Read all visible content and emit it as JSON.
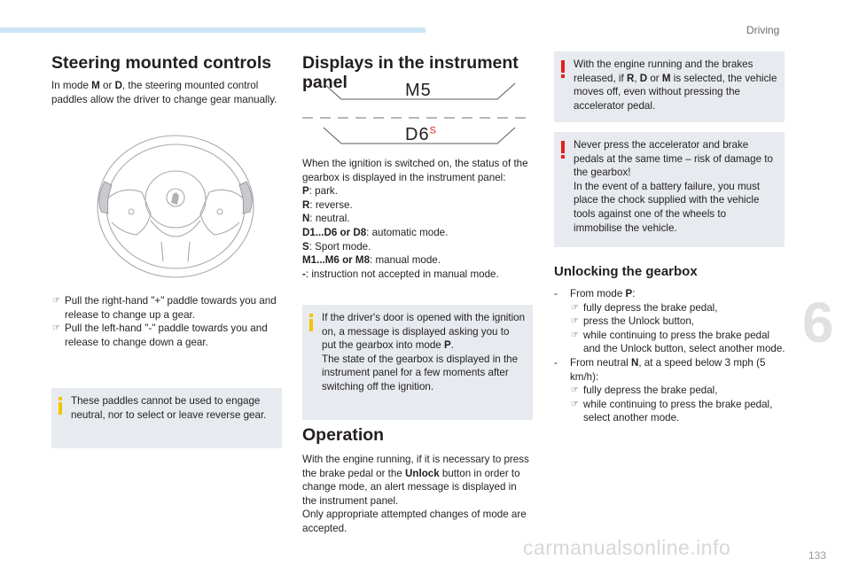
{
  "header": {
    "section": "Driving"
  },
  "chapter_number": "6",
  "page_number": "133",
  "watermark": "carmanualsonline.info",
  "col1": {
    "title": "Steering mounted controls",
    "intro_pre": "In mode ",
    "intro_m": "M",
    "intro_or": " or ",
    "intro_d": "D",
    "intro_post": ", the steering mounted control paddles allow the driver to change gear manually.",
    "bullets": [
      "Pull the right-hand \"+\" paddle towards you and release to change up a gear.",
      "Pull the left-hand \"-\" paddle towards you and release to change down a gear."
    ],
    "note": "These paddles cannot be used to engage neutral, nor to select or leave reverse gear."
  },
  "col2": {
    "title": "Displays in the instrument panel",
    "display1": "M5",
    "display2_main": "D6",
    "display2_sup": "S",
    "intro": "When the ignition is switched on, the status of the gearbox is displayed in the instrument panel:",
    "modes": [
      {
        "key": "P",
        "desc": ": park."
      },
      {
        "key": "R",
        "desc": ": reverse."
      },
      {
        "key": "N",
        "desc": ": neutral."
      },
      {
        "key": "D1...D6 or D8",
        "desc": ": automatic mode."
      },
      {
        "key": "S",
        "desc": ": Sport mode."
      },
      {
        "key": "M1...M6 or M8",
        "desc": ": manual mode."
      },
      {
        "key": "-",
        "desc": ": instruction not accepted in manual mode."
      }
    ],
    "note_line1": "If the driver's door is opened with the ignition on, a message is displayed asking you to put the gearbox into mode ",
    "note_p": "P",
    "note_line2": "The state of the gearbox is displayed in the instrument panel for a few moments after switching off the ignition.",
    "operation_title": "Operation",
    "operation_text1_pre": "With the engine running, if it is necessary to press the brake pedal or the ",
    "operation_unlock": "Unlock",
    "operation_text1_post": " button in order to change mode, an alert message is displayed in the instrument panel.",
    "operation_text2": "Only appropriate attempted changes of mode are accepted."
  },
  "col3": {
    "warn1_pre": "With the engine running and the brakes released, if ",
    "warn1_r": "R",
    "warn1_d": "D",
    "warn1_m": "M",
    "warn1_post": " is selected, the vehicle moves off, even without pressing the accelerator pedal.",
    "warn2_line1": "Never press the accelerator and brake pedals at the same time – risk of damage to the gearbox!",
    "warn2_line2": "In the event of a battery failure, you must place the chock supplied with the vehicle tools against one of the wheels to immobilise the vehicle.",
    "unlock_title": "Unlocking the gearbox",
    "from_p_label": "From mode ",
    "from_p_key": "P",
    "from_p_steps": [
      "fully depress the brake pedal,",
      "press the Unlock button,",
      "while continuing to press the brake pedal and the Unlock button, select another mode."
    ],
    "from_n_pre": "From neutral ",
    "from_n_key": "N",
    "from_n_post": ", at a speed below 3 mph (5 km/h):",
    "from_n_steps": [
      "fully depress the brake pedal,",
      "while continuing to press the brake pedal, select another mode."
    ]
  },
  "colors": {
    "accent_bar": "#cde6f5",
    "note_bg": "#e7eaee",
    "info_mark": "#f2c400",
    "warning_mark": "#e2231a"
  }
}
